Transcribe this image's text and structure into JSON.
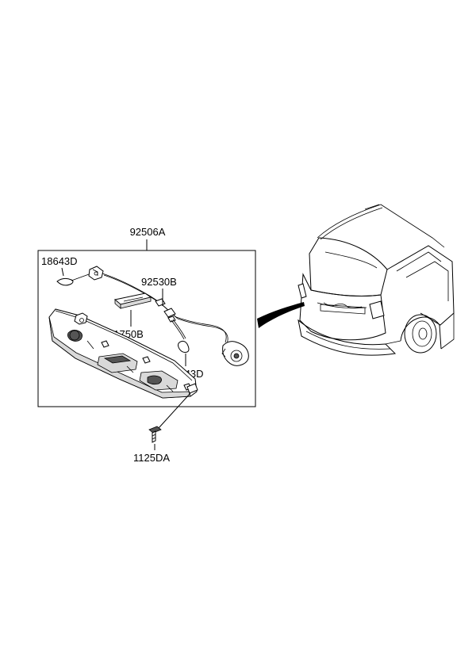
{
  "labels": {
    "assembly": "92506A",
    "socket_left": "18643D",
    "harness": "92530B",
    "lens": "81750B",
    "socket_right": "18643D",
    "screw": "1125DA"
  }
}
